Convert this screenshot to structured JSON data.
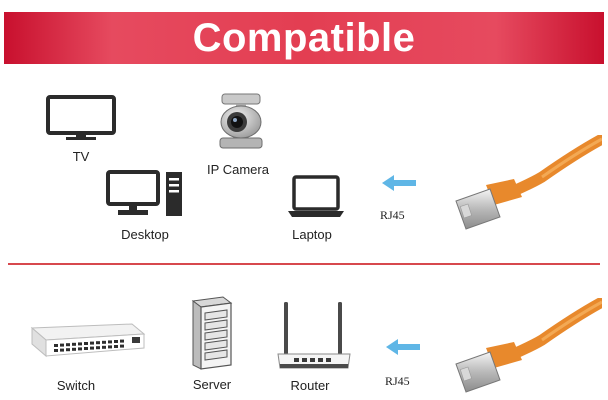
{
  "banner": {
    "title": "Compatible"
  },
  "top_devices": {
    "tv": "TV",
    "ip_camera": "IP Camera",
    "desktop": "Desktop",
    "laptop": "Laptop",
    "connector": "RJ45"
  },
  "bottom_devices": {
    "switch": "Switch",
    "server": "Server",
    "router": "Router",
    "connector": "RJ45"
  },
  "colors": {
    "banner_red": "#e33e52",
    "divider_red": "#d7484e",
    "arrow_blue": "#5fb6e6",
    "cable_orange": "#e8892c"
  }
}
